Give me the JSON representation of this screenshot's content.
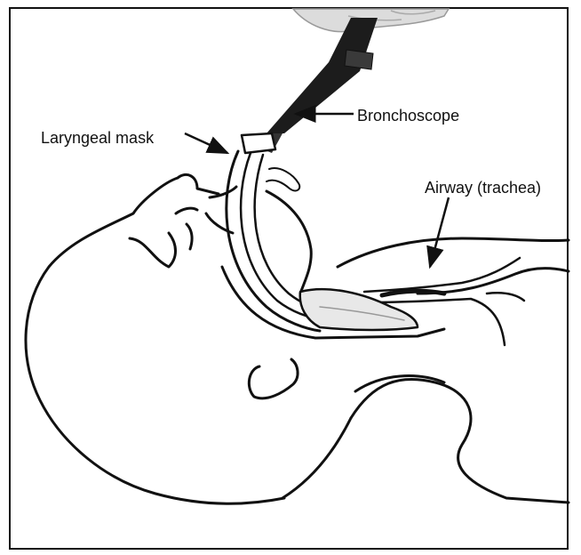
{
  "diagram": {
    "labels": {
      "bronchoscope": "Bronchoscope",
      "laryngeal_mask": "Laryngeal mask",
      "airway": "Airway (trachea)"
    },
    "colors": {
      "line": "#111111",
      "background": "#ffffff",
      "scope_dark": "#1a1a1a",
      "glove_gray": "#d8d8d8",
      "tissue_gray": "#e6e6e6"
    }
  }
}
